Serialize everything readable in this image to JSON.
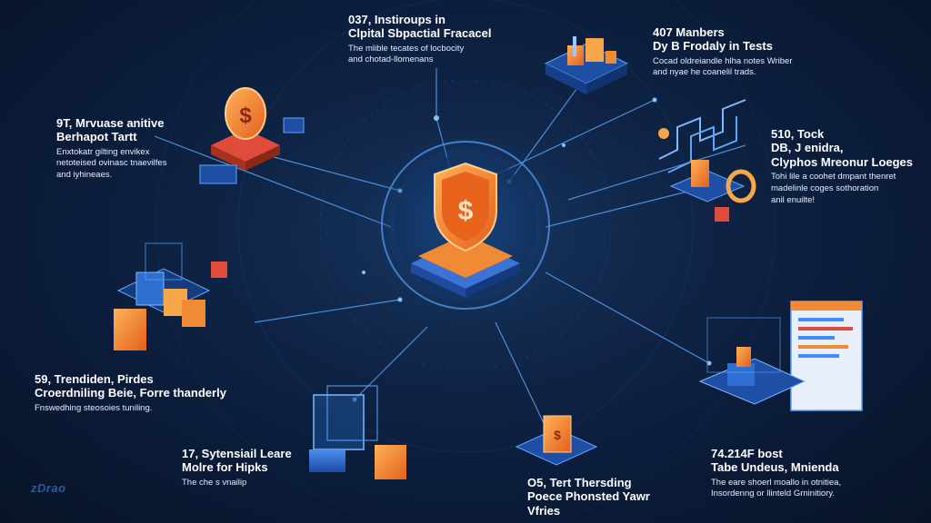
{
  "colors": {
    "background": "#0b1630",
    "accent_orange": "#f48a2c",
    "accent_blue": "#3f8ff7",
    "connector": "#5aa7ff"
  },
  "hub": {
    "icon": "shield-dollar-icon",
    "symbol": "$"
  },
  "nodes": {
    "top_center": {
      "title_lines": [
        "037, Instiroups in",
        "Clpital Sbpactial Fracacel"
      ],
      "desc_lines": [
        "The mlible tecates of locbocity",
        "and chotad-llomenans"
      ],
      "icon": "server-stack-icon"
    },
    "top_right": {
      "title_lines": [
        "407 Manbers",
        "Dy B Frodaly in Tests"
      ],
      "desc_lines": [
        "Cocad oldreiandle hlha notes Wriber",
        "and nyae he coanelil trads."
      ],
      "icon": "data-cubes-icon"
    },
    "left_upper": {
      "title_lines": [
        "9T, Mrvuase anitive",
        "Berhapot Tartt"
      ],
      "desc_lines": [
        "Enxtokatr gilting envikex",
        "netoteised ovinasc tnaevilfes",
        "and iyhineaes."
      ],
      "icon": "coin-stack-icon"
    },
    "right_upper": {
      "title_lines": [
        "510, Tock",
        "DB, J enidra,",
        "Clyphos Mreonur Loeges"
      ],
      "desc_lines": [
        "Tohi lile a coohet dmpant thenret",
        "madelinle coges sothoration",
        "anil enuilte!"
      ],
      "icon": "ring-chart-icon"
    },
    "left_lower": {
      "title_lines": [
        "59, Trendiden, Pirdes",
        "Croerdniling Beie, Forre thanderly"
      ],
      "desc_lines": [
        "Fnswedhing steosoies tuniling."
      ],
      "icon": "block-cubes-icon"
    },
    "bottom_left": {
      "title_lines": [
        "17, Sytensiail Leare",
        "Molre for Hipks"
      ],
      "desc_lines": [
        "The che s vnailip"
      ],
      "icon": "cube-frame-icon"
    },
    "bottom_center": {
      "title_lines": [
        "O5, Tert Thersding",
        "Poece Phonsted Yawr",
        "Vfries"
      ],
      "desc_lines": [],
      "icon": "token-cube-icon"
    },
    "bottom_right": {
      "title_lines": [
        "74.214F bost",
        "Tabe Undeus, Mnienda"
      ],
      "desc_lines": [
        "The eare shoerl moallo in otnitiea,",
        "Insordenng or llinteld Grninitiory."
      ],
      "icon": "dashboard-screen-icon"
    }
  },
  "watermark": "zDrao"
}
